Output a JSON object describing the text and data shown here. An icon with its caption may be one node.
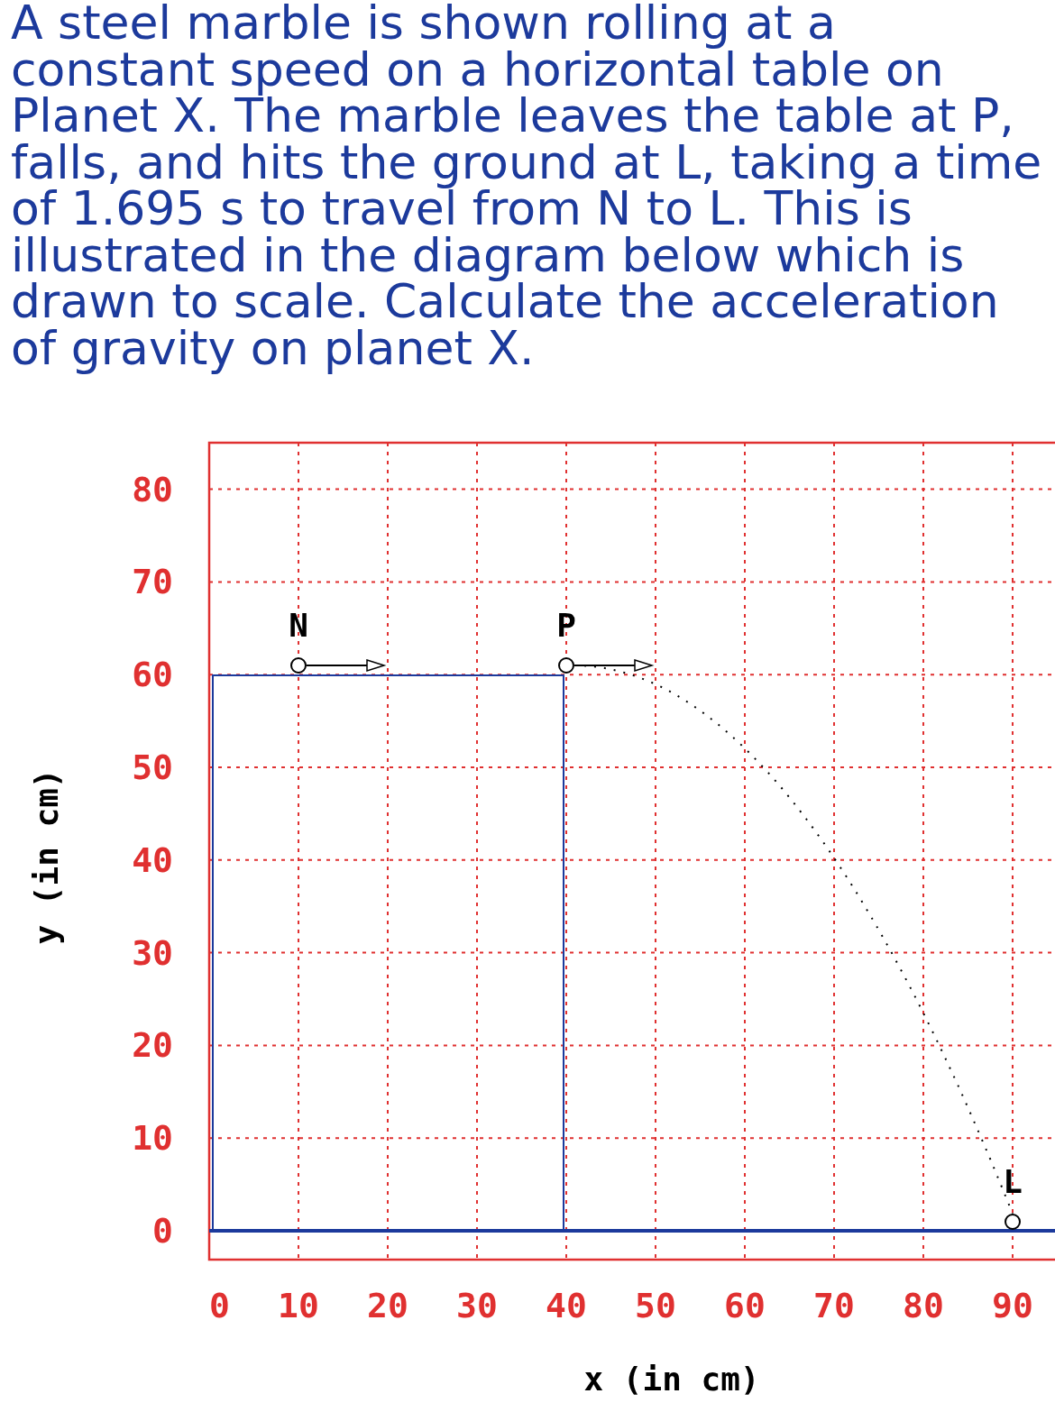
{
  "diagram": {
    "title": "A steel marble is shown rolling at a constant speed on a horizontal table on Planet X. The marble leaves the table at P, falls, and hits the ground at L, taking a time of 1.695 s to travel from N to L. This is illustrated in the diagram below which is drawn to scale. Calculate the acceleration of gravity on planet X.",
    "nodes": [
      {
        "text": [],
        "shape": "box"
      },
      {
        "text": [
          "N"
        ]
      },
      {
        "text": [
          "P"
        ]
      },
      {
        "text": [
          "L"
        ]
      }
    ],
    "edges": [
      {
        "from": 2,
        "to": 3,
        "arrow": "none",
        "style": "dashed"
      }
    ],
    "labels": [
      "80",
      "70",
      "60",
      "50",
      "40",
      "30",
      "20",
      "10",
      "0",
      "y (in cm)",
      "0",
      "10",
      "20",
      "30",
      "40",
      "50",
      "60",
      "70",
      "80",
      "90",
      "x (in cm)"
    ]
  }
}
